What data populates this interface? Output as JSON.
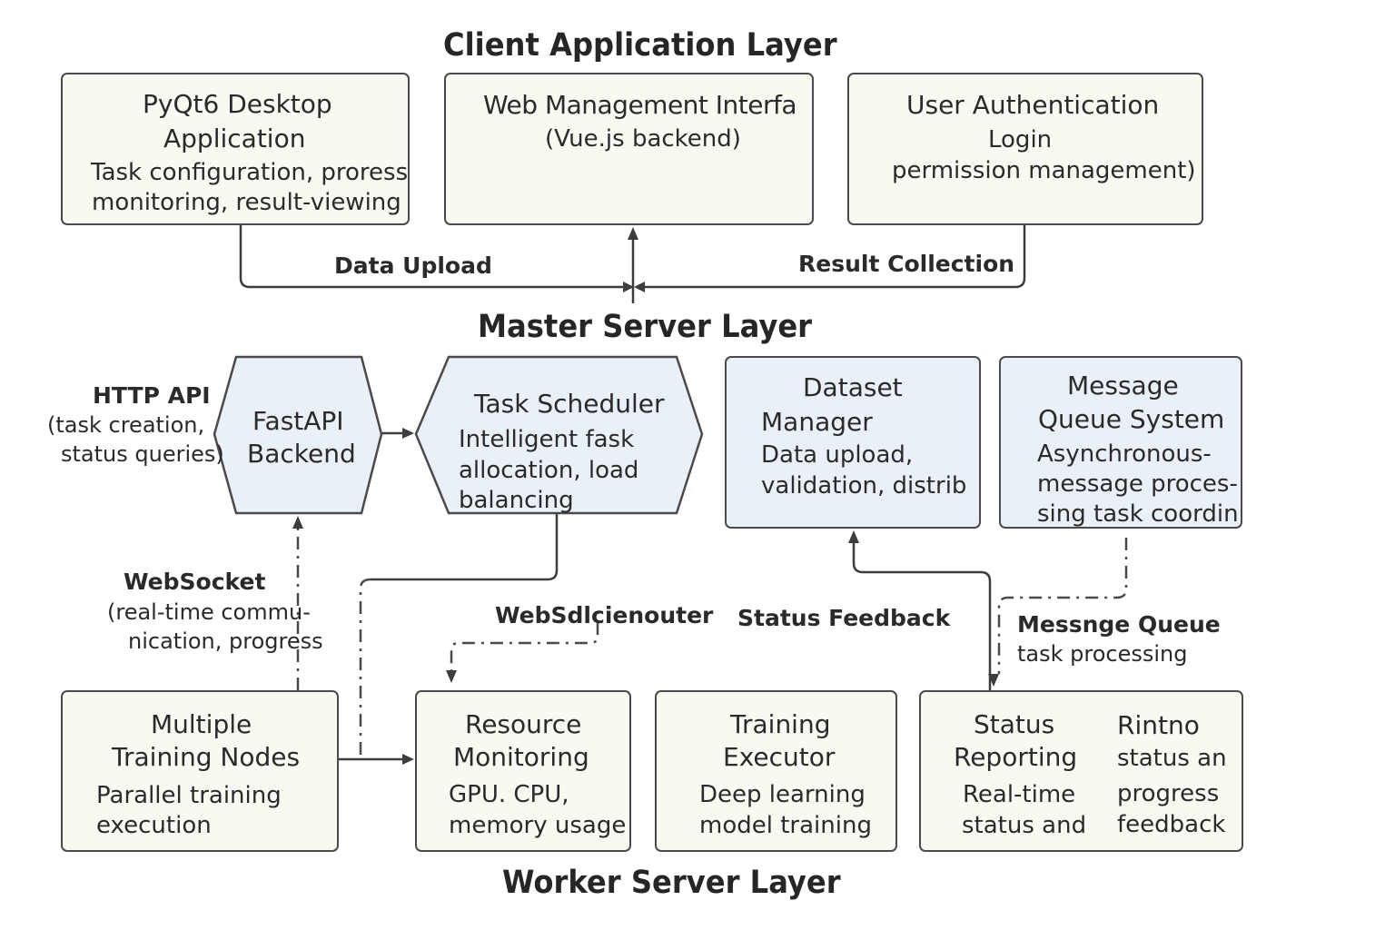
{
  "layers": {
    "client": "Client Application Layer",
    "master": "Master Server Layer",
    "worker": "Worker Server Layer"
  },
  "client": {
    "pyqt": {
      "title1": "PyQt6 Desktop",
      "title2": "Application",
      "desc1": "Task configuration, proress",
      "desc2": "monitoring, result-viewing"
    },
    "web": {
      "title": "Web Management Interfa",
      "desc": "(Vue.js backend)"
    },
    "auth": {
      "title": "User Authentication",
      "sub": "Login",
      "desc": "permission management)"
    }
  },
  "edges": {
    "data_upload": "Data Upload",
    "result_collection": "Result Collection",
    "http_title": "HTTP API",
    "http_desc1": "(task creation,",
    "http_desc2": "status queries)",
    "ws_title": "WebSocket",
    "ws_desc1": "(real-time commu-",
    "ws_desc2": "nication, progress",
    "ws_router": "WebSdlcienouter",
    "status_feedback": "Status Feedback",
    "mq_title": "Messnge Queue",
    "mq_desc": "task processing"
  },
  "master": {
    "fastapi": {
      "line1": "FastAPI",
      "line2": "Backend"
    },
    "scheduler": {
      "title": "Task Scheduler",
      "desc1": "Intelligent fask",
      "desc2": "allocation, load",
      "desc3": "balancing"
    },
    "dataset": {
      "title1": "Dataset",
      "title2": "Manager",
      "desc1": "Data  upload,",
      "desc2": "validation, distrib"
    },
    "mq": {
      "title1": "Message",
      "title2": "Queue System",
      "desc1": "Asynchronous-",
      "desc2": "message proces-",
      "desc3": "sing task coordin"
    }
  },
  "worker": {
    "nodes": {
      "title1": "Multiple",
      "title2": "Training Nodes",
      "desc1": "Parallel training",
      "desc2": "execution"
    },
    "resource": {
      "title1": "Resource",
      "title2": "Monitoring",
      "desc1": "GPU. CPU,",
      "desc2": "memory usage"
    },
    "executor": {
      "title1": "Training",
      "title2": "Executor",
      "desc1": "Deep learning",
      "desc2": "model training"
    },
    "status": {
      "title1": "Status",
      "title2": "Reporting",
      "desc1": "Real-time",
      "desc2": "status and",
      "side1": "Rintno",
      "side2": "status an",
      "side3": "progress",
      "side4": "feedback"
    }
  }
}
